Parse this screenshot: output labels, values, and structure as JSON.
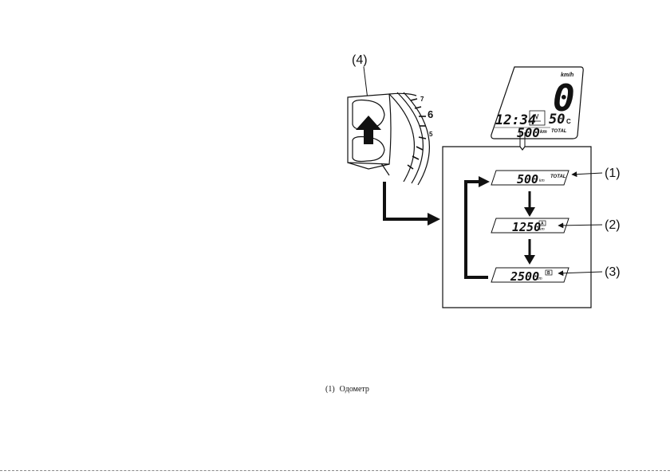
{
  "callouts": {
    "c1": "(1)",
    "c2": "(2)",
    "c3": "(3)",
    "c4": "(4)"
  },
  "gauge": {
    "tick_7": "7",
    "tick_6": "6",
    "tick_5": "5"
  },
  "main_display": {
    "speed": "0",
    "speed_unit": "km/h",
    "clock": "12:34",
    "temp": "50",
    "temp_unit": "C",
    "total_tag": "TOTAL",
    "odometer": "500",
    "odometer_unit": "km"
  },
  "sequence": [
    {
      "value": "500",
      "unit": "km",
      "tag": "TOTAL"
    },
    {
      "value": "1250",
      "unit": "km",
      "tag": "A"
    },
    {
      "value": "2500",
      "unit": "km",
      "tag": "B"
    }
  ],
  "caption": {
    "number": "(1)",
    "text": "Одометр"
  }
}
